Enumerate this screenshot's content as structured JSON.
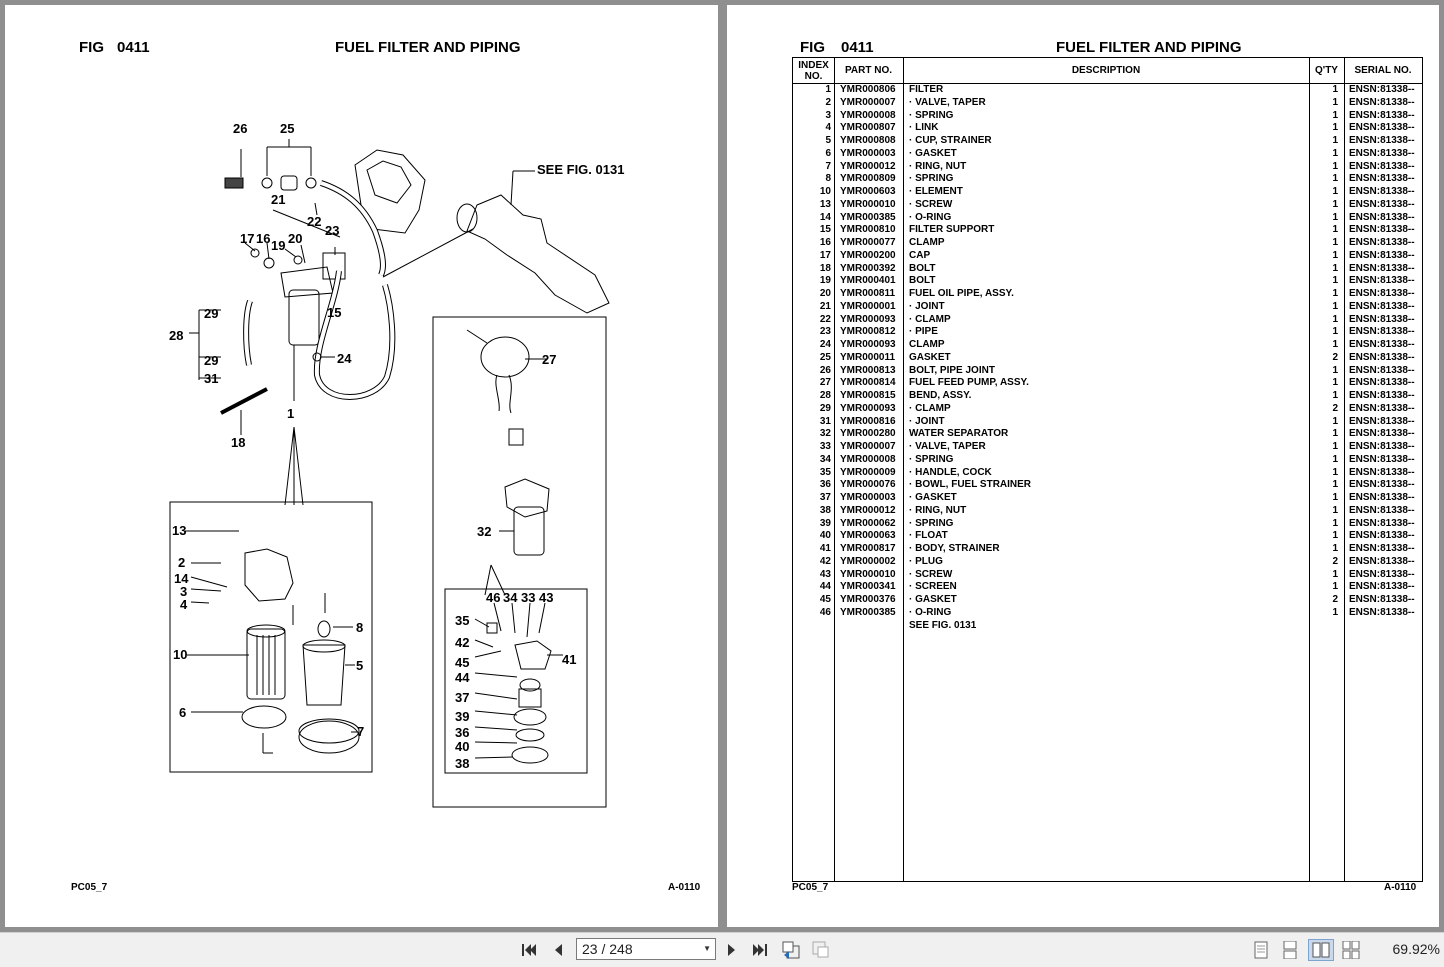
{
  "left_page": {
    "fig_label": "FIG",
    "fig_number": "0411",
    "title": "FUEL FILTER AND PIPING",
    "see_fig_callout": "SEE FIG. 0131",
    "footer_left": "PC05_7",
    "footer_right": "A-0110",
    "callouts": [
      "26",
      "25",
      "21",
      "22",
      "23",
      "17",
      "16",
      "19",
      "20",
      "15",
      "29",
      "28",
      "29",
      "31",
      "24",
      "18",
      "1",
      "13",
      "2",
      "14",
      "3",
      "4",
      "8",
      "10",
      "5",
      "6",
      "7",
      "27",
      "32",
      "46",
      "34",
      "33",
      "43",
      "35",
      "42",
      "41",
      "45",
      "44",
      "37",
      "39",
      "36",
      "40",
      "38"
    ]
  },
  "right_page": {
    "fig_label": "FIG",
    "fig_number": "0411",
    "title": "FUEL FILTER AND PIPING",
    "headers": {
      "index_1": "INDEX",
      "index_2": "NO.",
      "part_no": "PART NO.",
      "description": "DESCRIPTION",
      "qty": "Q'TY",
      "serial_no": "SERIAL NO."
    },
    "footer_left": "PC05_7",
    "footer_right": "A-0110",
    "rows": [
      {
        "idx": "1",
        "part": "YMR000806",
        "desc": "FILTER",
        "qty": "1",
        "serial": "ENSN:81338--"
      },
      {
        "idx": "2",
        "part": "YMR000007",
        "desc": "·  VALVE, TAPER",
        "qty": "1",
        "serial": "ENSN:81338--"
      },
      {
        "idx": "3",
        "part": "YMR000008",
        "desc": "·  SPRING",
        "qty": "1",
        "serial": "ENSN:81338--"
      },
      {
        "idx": "4",
        "part": "YMR000807",
        "desc": "·  LINK",
        "qty": "1",
        "serial": "ENSN:81338--"
      },
      {
        "idx": "5",
        "part": "YMR000808",
        "desc": "·  CUP, STRAINER",
        "qty": "1",
        "serial": "ENSN:81338--"
      },
      {
        "idx": "6",
        "part": "YMR000003",
        "desc": "·  GASKET",
        "qty": "1",
        "serial": "ENSN:81338--"
      },
      {
        "idx": "7",
        "part": "YMR000012",
        "desc": "·  RING, NUT",
        "qty": "1",
        "serial": "ENSN:81338--"
      },
      {
        "idx": "8",
        "part": "YMR000809",
        "desc": "·  SPRING",
        "qty": "1",
        "serial": "ENSN:81338--"
      },
      {
        "idx": "10",
        "part": "YMR000603",
        "desc": "·  ELEMENT",
        "qty": "1",
        "serial": "ENSN:81338--"
      },
      {
        "idx": "13",
        "part": "YMR000010",
        "desc": "·  SCREW",
        "qty": "1",
        "serial": "ENSN:81338--"
      },
      {
        "idx": "14",
        "part": "YMR000385",
        "desc": "·  O-RING",
        "qty": "1",
        "serial": "ENSN:81338--"
      },
      {
        "idx": "15",
        "part": "YMR000810",
        "desc": "FILTER SUPPORT",
        "qty": "1",
        "serial": "ENSN:81338--"
      },
      {
        "idx": "16",
        "part": "YMR000077",
        "desc": "CLAMP",
        "qty": "1",
        "serial": "ENSN:81338--"
      },
      {
        "idx": "17",
        "part": "YMR000200",
        "desc": "CAP",
        "qty": "1",
        "serial": "ENSN:81338--"
      },
      {
        "idx": "18",
        "part": "YMR000392",
        "desc": "BOLT",
        "qty": "1",
        "serial": "ENSN:81338--"
      },
      {
        "idx": "19",
        "part": "YMR000401",
        "desc": "BOLT",
        "qty": "1",
        "serial": "ENSN:81338--"
      },
      {
        "idx": "20",
        "part": "YMR000811",
        "desc": "FUEL OIL PIPE, ASSY.",
        "qty": "1",
        "serial": "ENSN:81338--"
      },
      {
        "idx": "21",
        "part": "YMR000001",
        "desc": "·  JOINT",
        "qty": "1",
        "serial": "ENSN:81338--"
      },
      {
        "idx": "22",
        "part": "YMR000093",
        "desc": "·  CLAMP",
        "qty": "1",
        "serial": "ENSN:81338--"
      },
      {
        "idx": "23",
        "part": "YMR000812",
        "desc": "·  PIPE",
        "qty": "1",
        "serial": "ENSN:81338--"
      },
      {
        "idx": "24",
        "part": "YMR000093",
        "desc": "CLAMP",
        "qty": "1",
        "serial": "ENSN:81338--"
      },
      {
        "idx": "25",
        "part": "YMR000011",
        "desc": "GASKET",
        "qty": "2",
        "serial": "ENSN:81338--"
      },
      {
        "idx": "26",
        "part": "YMR000813",
        "desc": "BOLT, PIPE JOINT",
        "qty": "1",
        "serial": "ENSN:81338--"
      },
      {
        "idx": "27",
        "part": "YMR000814",
        "desc": "FUEL FEED PUMP, ASSY.",
        "qty": "1",
        "serial": "ENSN:81338--"
      },
      {
        "idx": "28",
        "part": "YMR000815",
        "desc": "BEND, ASSY.",
        "qty": "1",
        "serial": "ENSN:81338--"
      },
      {
        "idx": "29",
        "part": "YMR000093",
        "desc": "·  CLAMP",
        "qty": "2",
        "serial": "ENSN:81338--"
      },
      {
        "idx": "31",
        "part": "YMR000816",
        "desc": "·  JOINT",
        "qty": "1",
        "serial": "ENSN:81338--"
      },
      {
        "idx": "32",
        "part": "YMR000280",
        "desc": "WATER SEPARATOR",
        "qty": "1",
        "serial": "ENSN:81338--"
      },
      {
        "idx": "33",
        "part": "YMR000007",
        "desc": "·  VALVE, TAPER",
        "qty": "1",
        "serial": "ENSN:81338--"
      },
      {
        "idx": "34",
        "part": "YMR000008",
        "desc": "·  SPRING",
        "qty": "1",
        "serial": "ENSN:81338--"
      },
      {
        "idx": "35",
        "part": "YMR000009",
        "desc": "·  HANDLE, COCK",
        "qty": "1",
        "serial": "ENSN:81338--"
      },
      {
        "idx": "36",
        "part": "YMR000076",
        "desc": "·  BOWL, FUEL STRAINER",
        "qty": "1",
        "serial": "ENSN:81338--"
      },
      {
        "idx": "37",
        "part": "YMR000003",
        "desc": "·  GASKET",
        "qty": "1",
        "serial": "ENSN:81338--"
      },
      {
        "idx": "38",
        "part": "YMR000012",
        "desc": "·  RING, NUT",
        "qty": "1",
        "serial": "ENSN:81338--"
      },
      {
        "idx": "39",
        "part": "YMR000062",
        "desc": "·  SPRING",
        "qty": "1",
        "serial": "ENSN:81338--"
      },
      {
        "idx": "40",
        "part": "YMR000063",
        "desc": "·  FLOAT",
        "qty": "1",
        "serial": "ENSN:81338--"
      },
      {
        "idx": "41",
        "part": "YMR000817",
        "desc": "·  BODY, STRAINER",
        "qty": "1",
        "serial": "ENSN:81338--"
      },
      {
        "idx": "42",
        "part": "YMR000002",
        "desc": "·  PLUG",
        "qty": "2",
        "serial": "ENSN:81338--"
      },
      {
        "idx": "43",
        "part": "YMR000010",
        "desc": "·  SCREW",
        "qty": "1",
        "serial": "ENSN:81338--"
      },
      {
        "idx": "44",
        "part": "YMR000341",
        "desc": "·  SCREEN",
        "qty": "1",
        "serial": "ENSN:81338--"
      },
      {
        "idx": "45",
        "part": "YMR000376",
        "desc": "·  GASKET",
        "qty": "2",
        "serial": "ENSN:81338--"
      },
      {
        "idx": "46",
        "part": "YMR000385",
        "desc": "·  O-RING",
        "qty": "1",
        "serial": "ENSN:81338--"
      },
      {
        "idx": "",
        "part": "",
        "desc": "SEE FIG. 0131",
        "qty": "",
        "serial": ""
      }
    ]
  },
  "toolbar": {
    "page_indicator": "23 / 248",
    "zoom": "69.92%",
    "icons": [
      "first-page-icon",
      "prev-page-icon",
      "next-page-icon",
      "last-page-icon",
      "go-back-icon",
      "go-forward-icon",
      "single-page-icon",
      "continuous-icon",
      "facing-icon",
      "continuous-facing-icon"
    ]
  }
}
